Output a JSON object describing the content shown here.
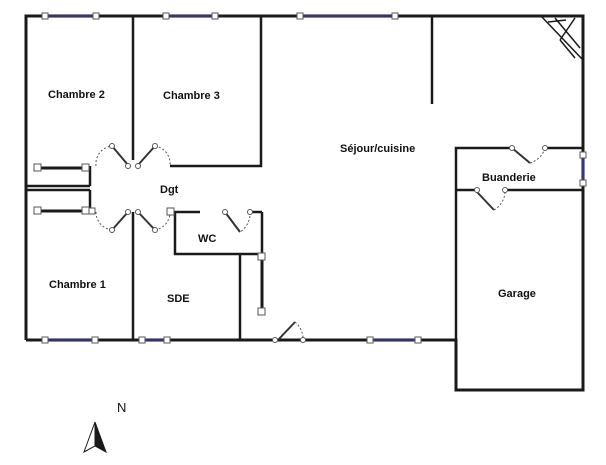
{
  "rooms": {
    "chambre_2": "Chambre 2",
    "chambre_3": "Chambre 3",
    "sejour_cuisine": "Séjour/cuisine",
    "buanderie": "Buanderie",
    "dgt": "Dgt",
    "wc": "WC",
    "chambre_1": "Chambre 1",
    "sde": "SDE",
    "garage": "Garage"
  },
  "compass": {
    "north": "N"
  },
  "colors": {
    "wall": "#1a1a1a",
    "window": "#3a3aa8",
    "opening": "#555555"
  }
}
